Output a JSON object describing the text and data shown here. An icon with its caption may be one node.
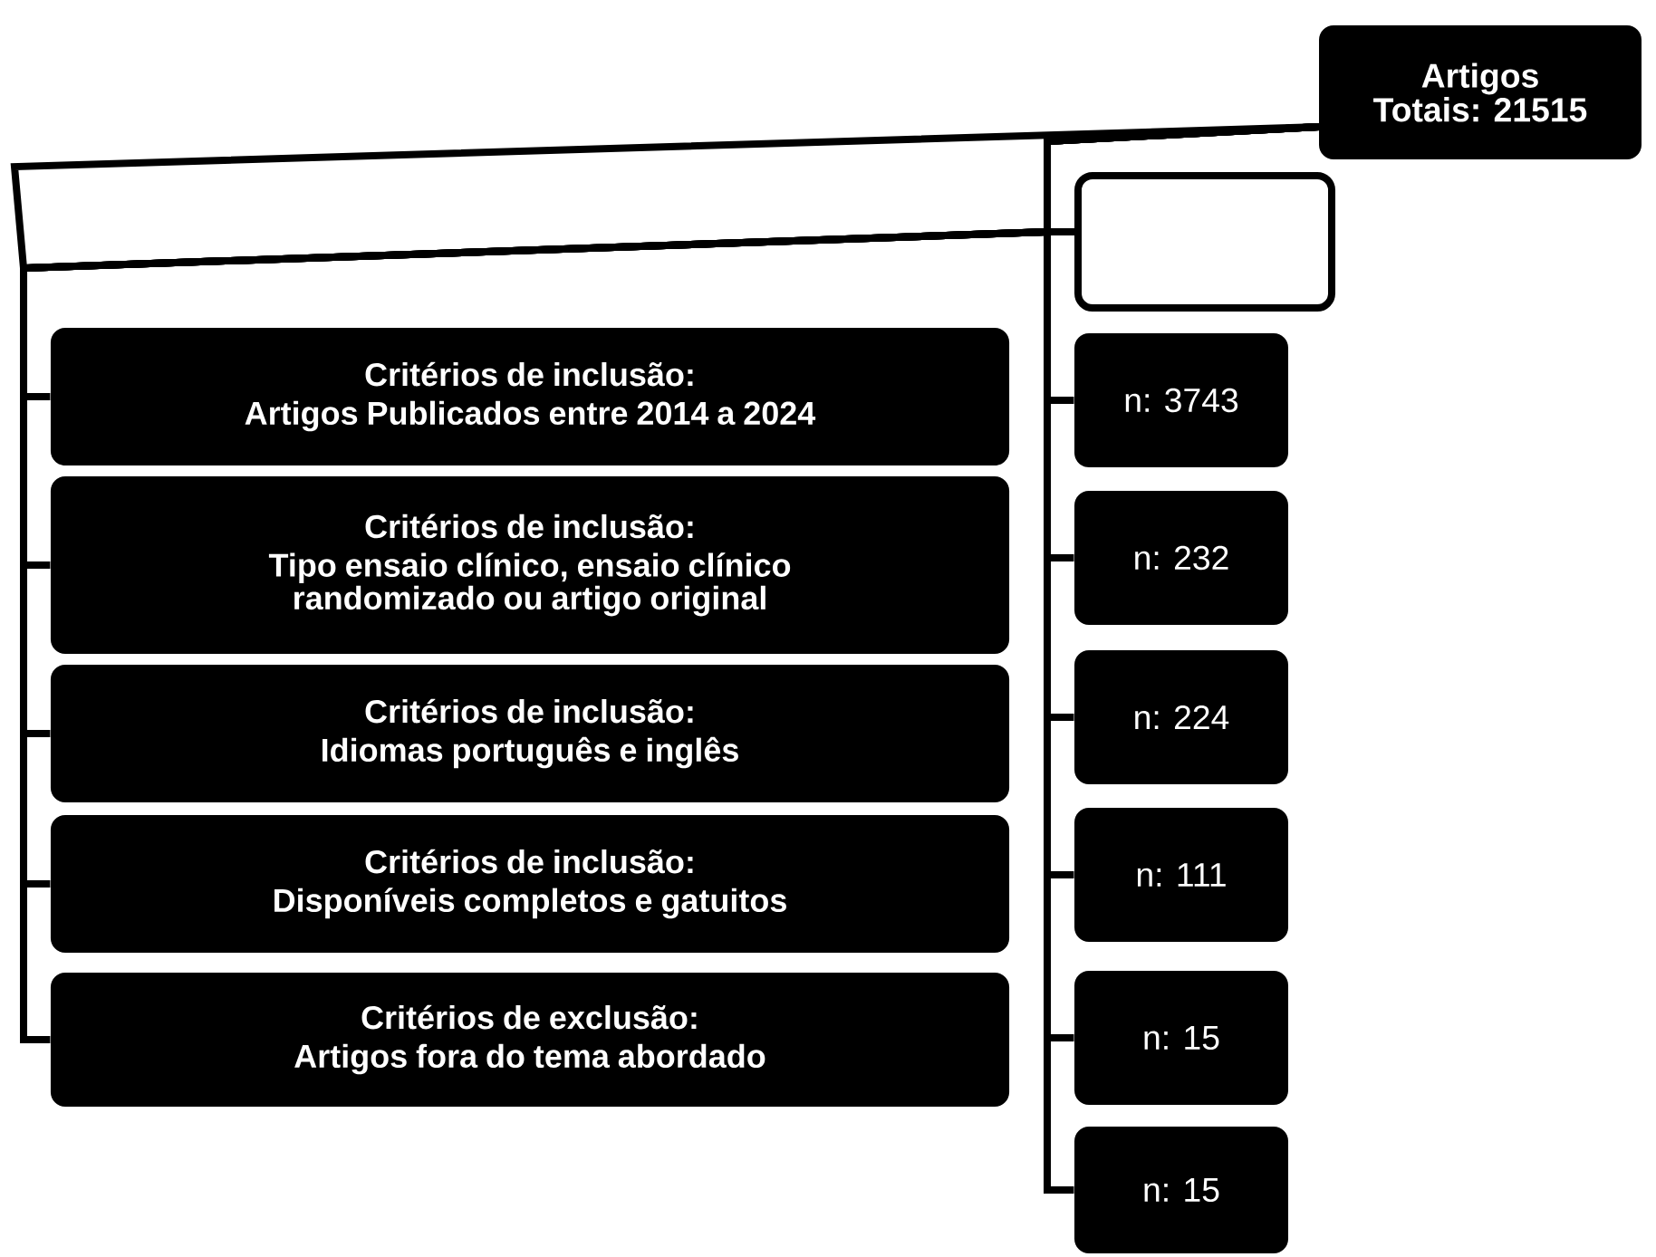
{
  "diagram": {
    "nodes": [
      {
        "text": [
          "Artigos Totais: 21515"
        ]
      },
      {
        "text": [],
        "shape": "box"
      },
      {
        "text": [
          "Critérios de inclusão:",
          "Artigos Publicados entre 2014 a 2024"
        ]
      },
      {
        "text": [
          "Critérios de inclusão:",
          "Tipo ensaio clínico, ensaio clínico randomizado ou artigo original"
        ]
      },
      {
        "text": [
          "Critérios de inclusão:",
          "Idiomas português e inglês"
        ]
      },
      {
        "text": [
          "Critérios de inclusão:",
          "Disponíveis completos  e gatuitos"
        ]
      },
      {
        "text": [
          "Critérios de exclusão:",
          "Artigos fora do tema abordado"
        ]
      },
      {
        "text": [
          "n:  3743"
        ]
      },
      {
        "text": [
          "n: 232"
        ]
      },
      {
        "text": [
          "n:  224"
        ]
      },
      {
        "text": [
          "n: 111"
        ]
      },
      {
        "text": [
          "n: 15"
        ]
      },
      {
        "text": [
          "n: 15"
        ]
      }
    ],
    "edges": [
      {
        "from": 0,
        "to": 1,
        "arrow": "none"
      },
      {
        "from": 1,
        "to": 2,
        "arrow": "none"
      },
      {
        "from": 1,
        "to": 3,
        "arrow": "none"
      },
      {
        "from": 1,
        "to": 4,
        "arrow": "none"
      },
      {
        "from": 1,
        "to": 5,
        "arrow": "none"
      },
      {
        "from": 1,
        "to": 6,
        "arrow": "none"
      },
      {
        "from": 0,
        "to": 7,
        "arrow": "none"
      },
      {
        "from": 0,
        "to": 8,
        "arrow": "none"
      },
      {
        "from": 0,
        "to": 9,
        "arrow": "none"
      },
      {
        "from": 0,
        "to": 10,
        "arrow": "none"
      },
      {
        "from": 0,
        "to": 11,
        "arrow": "none"
      },
      {
        "from": 0,
        "to": 12,
        "arrow": "none"
      }
    ]
  }
}
